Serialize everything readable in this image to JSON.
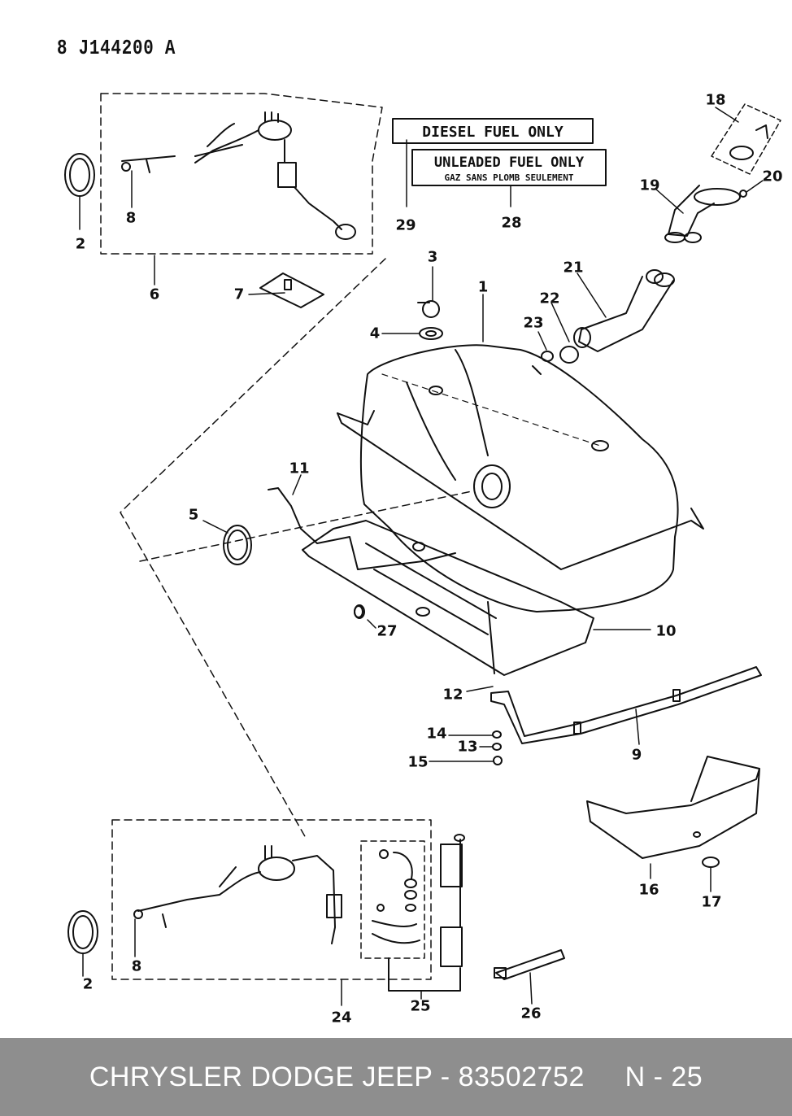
{
  "doc_code": "8 J144200 A",
  "decals": {
    "diesel": "DIESEL FUEL ONLY",
    "unleaded_line1": "UNLEADED FUEL ONLY",
    "unleaded_line2": "GAZ SANS PLOMB SEULEMENT"
  },
  "callouts": {
    "c1": "1",
    "c2a": "2",
    "c2b": "2",
    "c3": "3",
    "c4": "4",
    "c5": "5",
    "c6": "6",
    "c7": "7",
    "c8a": "8",
    "c8b": "8",
    "c9": "9",
    "c10": "10",
    "c11": "11",
    "c12": "12",
    "c13": "13",
    "c14": "14",
    "c15": "15",
    "c16": "16",
    "c17": "17",
    "c18": "18",
    "c19": "19",
    "c20": "20",
    "c21": "21",
    "c22": "22",
    "c23": "23",
    "c24": "24",
    "c25": "25",
    "c26": "26",
    "c27": "27",
    "c28": "28",
    "c29": "29"
  },
  "footer": {
    "text": "CHRYSLER DODGE JEEP - 83502752     N - 25"
  }
}
